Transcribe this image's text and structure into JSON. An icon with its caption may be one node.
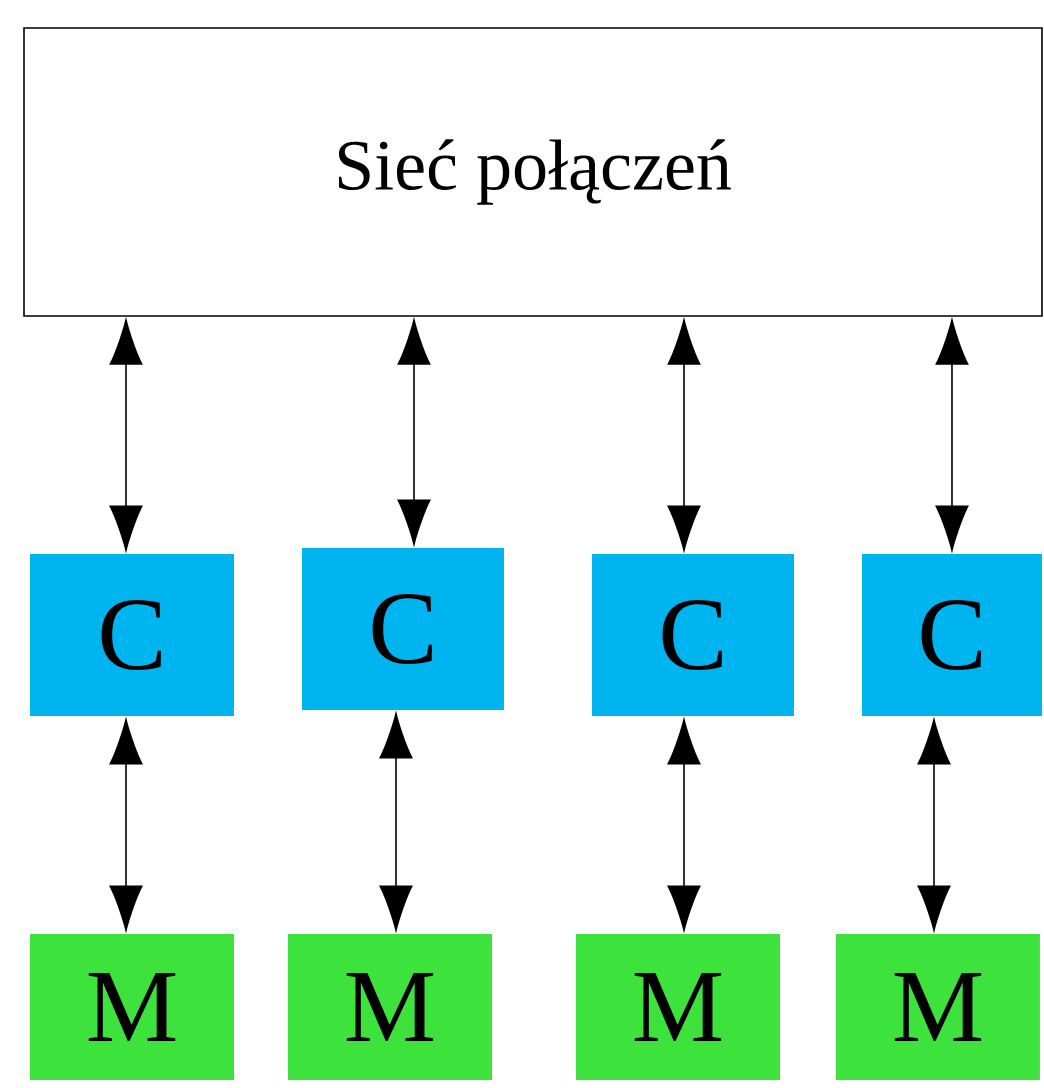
{
  "diagram": {
    "nodes": [
      {
        "text": [
          "Sieć połączeń"
        ]
      },
      {
        "text": [
          "C"
        ]
      },
      {
        "text": [
          "C"
        ]
      },
      {
        "text": [
          "C"
        ]
      },
      {
        "text": [
          "C"
        ]
      },
      {
        "text": [
          "M"
        ]
      },
      {
        "text": [
          "M"
        ]
      },
      {
        "text": [
          "M"
        ]
      },
      {
        "text": [
          "M"
        ]
      }
    ],
    "edges": [
      {
        "from": 0,
        "to": 1,
        "arrow": "both"
      },
      {
        "from": 0,
        "to": 2,
        "arrow": "both"
      },
      {
        "from": 0,
        "to": 3,
        "arrow": "both"
      },
      {
        "from": 0,
        "to": 4,
        "arrow": "both"
      },
      {
        "from": 1,
        "to": 5,
        "arrow": "both"
      },
      {
        "from": 2,
        "to": 6,
        "arrow": "both"
      },
      {
        "from": 3,
        "to": 7,
        "arrow": "both"
      },
      {
        "from": 4,
        "to": 8,
        "arrow": "both"
      }
    ]
  }
}
